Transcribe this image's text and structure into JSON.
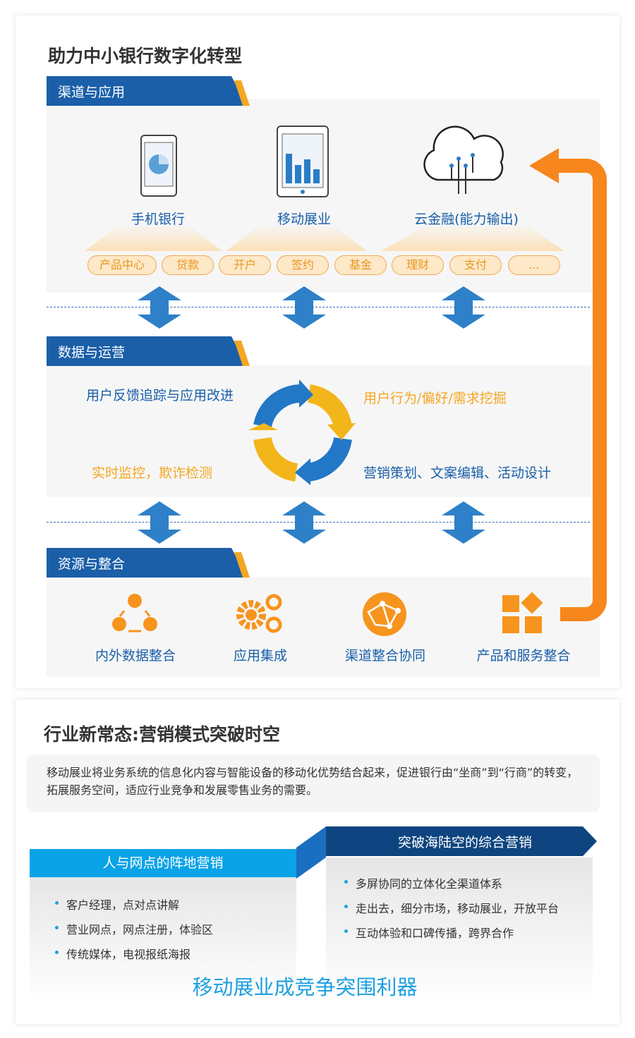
{
  "section1": {
    "title": "助力中小银行数字化转型",
    "bands": [
      "渠道与应用",
      "数据与运营",
      "资源与整合"
    ],
    "channels": [
      "手机银行",
      "移动展业",
      "云金融(能力输出)"
    ],
    "pills": [
      "产品中心",
      "贷款",
      "开户",
      "签约",
      "基金",
      "理财",
      "支付",
      "..."
    ],
    "ops": {
      "top_left": "用户反馈追踪与应用改进",
      "top_right": "用户行为/偏好/需求挖掘",
      "bottom_left": "实时监控，欺诈检测",
      "bottom_right": "营销策划、文案编辑、活动设计"
    },
    "resources": [
      "内外数据整合",
      "应用集成",
      "渠道整合协同",
      "产品和服务整合"
    ]
  },
  "section2": {
    "title": "行业新常态:营销模式突破时空",
    "intro": "移动展业将业务系统的信息化内容与智能设备的移动化优势结合起来，促进银行由“坐商”到“行商”的转变，拓展服务空间，适应行业竞争和发展零售业务的需要。",
    "left": {
      "heading": "人与网点的阵地营销",
      "items": [
        "客户经理，点对点讲解",
        "营业网点，网点注册，体验区",
        "传统媒体，电视报纸海报"
      ]
    },
    "right": {
      "heading": "突破海陆空的综合营销",
      "items": [
        "多屏协同的立体化全渠道体系",
        "走出去，细分市场，移动展业，开放平台",
        "互动体验和口碑传播，跨界合作"
      ]
    },
    "slogan": "移动展业成竞争突围利器"
  },
  "colors": {
    "blue": "#1a5fa8",
    "orange": "#f7861c",
    "light_blue": "#0aa3e8",
    "navy": "#0e4580"
  }
}
